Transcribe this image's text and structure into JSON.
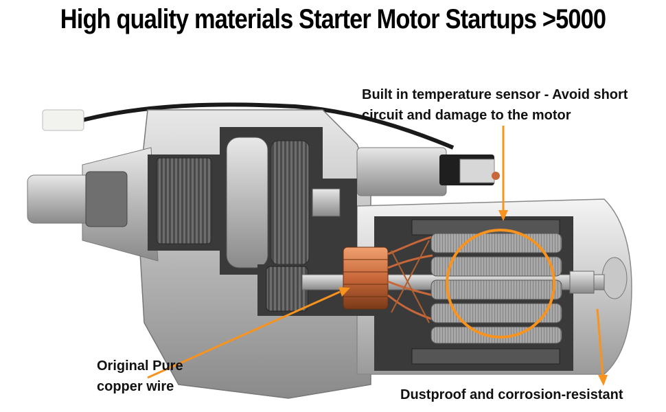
{
  "title": "High quality materials Starter Motor  Startups >5000",
  "callouts": {
    "temp_line1": "Built in temperature sensor - Avoid short",
    "temp_line2": "circuit and damage to the motor",
    "copper_line1": "Original Pure",
    "copper_line2": "copper wire",
    "dust": "Dustproof and corrosion-resistant"
  },
  "colors": {
    "accent": "#f7931e",
    "copper": "#c8683a",
    "housing": "#bdbdbd",
    "cutaway": "#3a3a3a"
  }
}
